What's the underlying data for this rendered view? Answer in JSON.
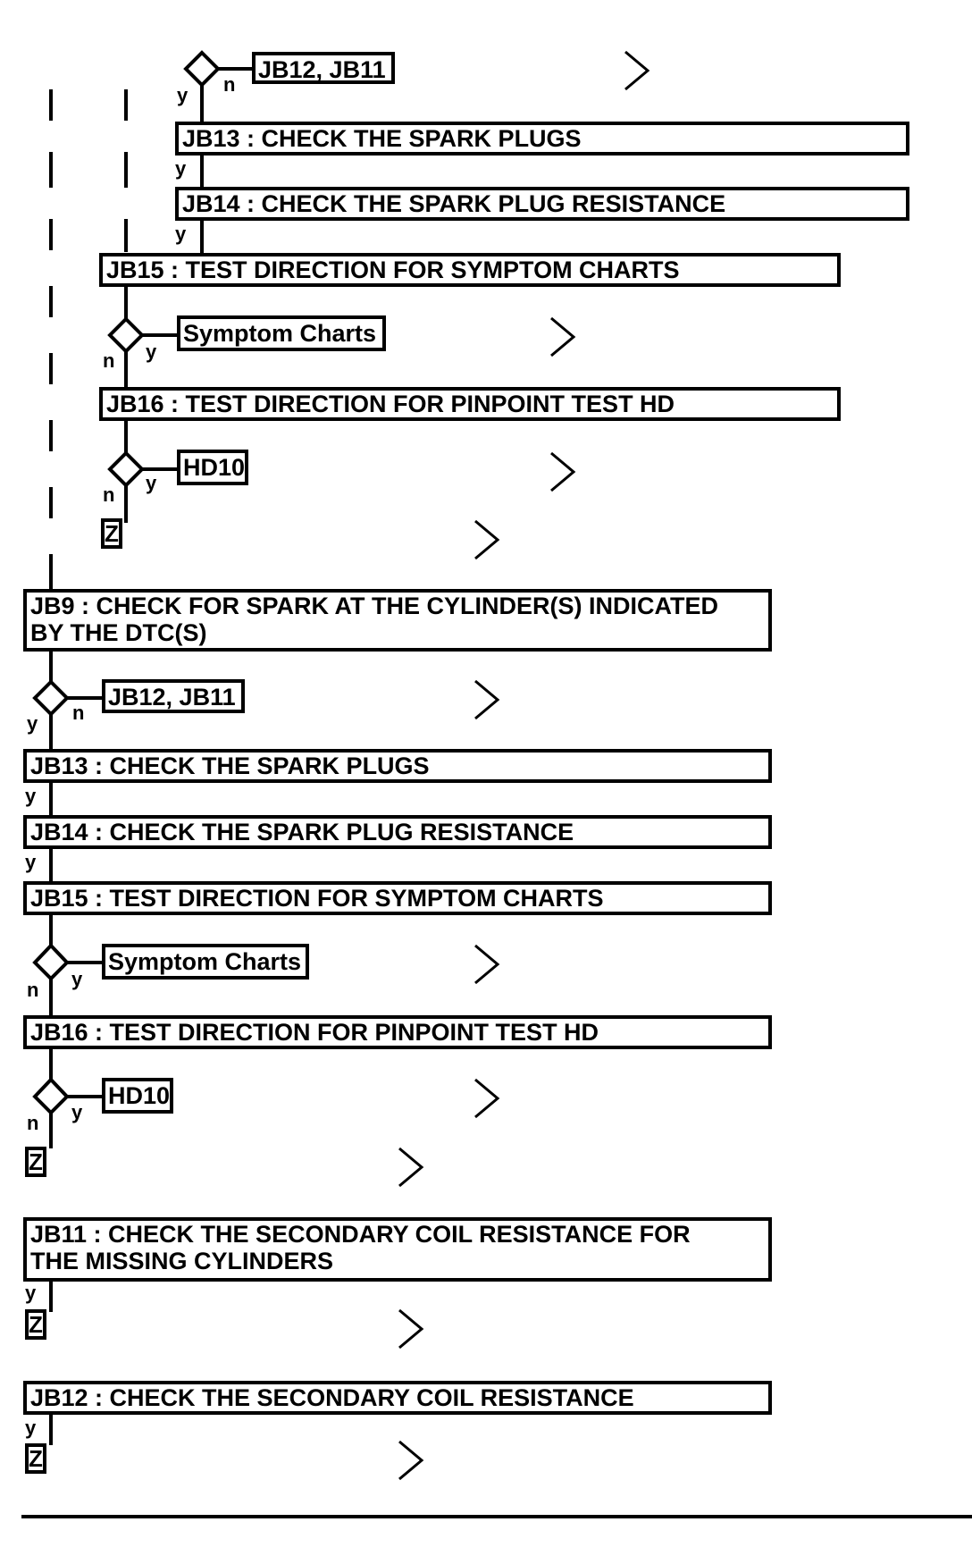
{
  "steps": {
    "jb13_a": "JB13 : CHECK THE SPARK PLUGS",
    "jb14_a": "JB14 : CHECK THE SPARK PLUG RESISTANCE",
    "jb15_a": "JB15 : TEST DIRECTION FOR SYMPTOM CHARTS",
    "jb16_a": "JB16 : TEST DIRECTION FOR PINPOINT TEST HD",
    "jb9_line1": "JB9 : CHECK FOR SPARK AT THE CYLINDER(S) INDICATED",
    "jb9_line2": "BY THE DTC(S)",
    "jb13_b": "JB13 : CHECK THE SPARK PLUGS",
    "jb14_b": "JB14 : CHECK THE SPARK PLUG RESISTANCE",
    "jb15_b": "JB15 : TEST DIRECTION FOR SYMPTOM CHARTS",
    "jb16_b": "JB16 : TEST DIRECTION FOR PINPOINT TEST HD",
    "jb11_line1": "JB11 : CHECK THE SECONDARY COIL RESISTANCE FOR",
    "jb11_line2": "THE MISSING CYLINDERS",
    "jb12": "JB12 : CHECK THE SECONDARY COIL RESISTANCE"
  },
  "refs": {
    "jb12_jb11": "JB12, JB11",
    "symptom_charts": "Symptom Charts",
    "hd10": "HD10",
    "z": "Z"
  },
  "labels": {
    "yes": "y",
    "no": "n"
  }
}
